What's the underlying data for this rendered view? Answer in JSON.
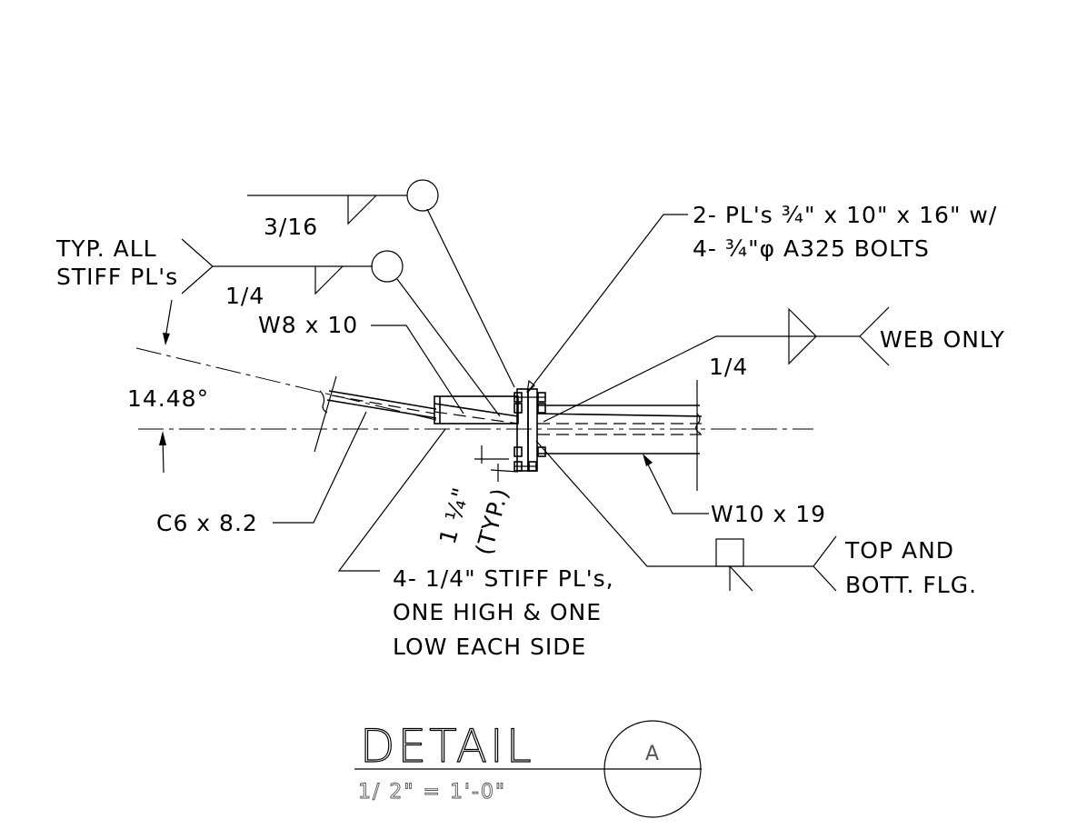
{
  "notes": {
    "weld_3_16": "3/16",
    "weld_1_4_stiff": "1/4",
    "typ_all_line1": "TYP. ALL",
    "typ_all_line2": "STIFF PL's",
    "plates_line1": "2- PL's ¾\" x 10\" x 16\" w/",
    "plates_line2": "4- ¾\"φ A325 BOLTS",
    "w8": "W8 x 10",
    "web_only": "WEB ONLY",
    "weld_1_4_web": "1/4",
    "angle": "14.48°",
    "w10": "W10 x 19",
    "spacing": "1 ¼\"",
    "spacing_typ": "(TYP.)",
    "c6": "C6 x 8.2",
    "top_bott_line1": "TOP AND",
    "top_bott_line2": "BOTT. FLG.",
    "stiff_line1": "4- 1/4\" STIFF PL's,",
    "stiff_line2": "ONE HIGH & ONE",
    "stiff_line3": "LOW EACH SIDE"
  },
  "detail": {
    "title": "DETAIL",
    "scale": "1/ 2\" = 1'-0\"",
    "bubble_letter": "A"
  }
}
